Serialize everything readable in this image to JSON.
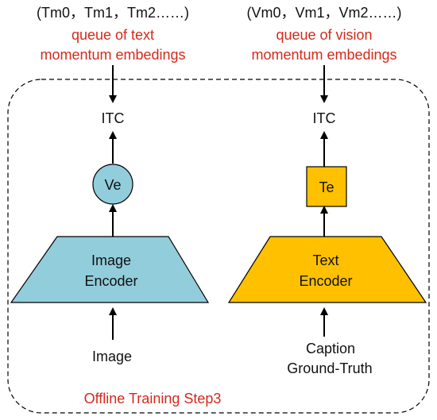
{
  "left": {
    "queue_tuple": "(Tm0，Tm1，Tm2……)",
    "queue_label_line1": "queue of text",
    "queue_label_line2": "momentum embedings",
    "itc": "ITC",
    "head_label": "Ve",
    "encoder_line1": "Image",
    "encoder_line2": "Encoder",
    "input": "Image",
    "encoder_color": "#92cddc",
    "head_color": "#92cddc"
  },
  "right": {
    "queue_tuple": "(Vm0，Vm1，Vm2……)",
    "queue_label_line1": "queue of vision",
    "queue_label_line2": "momentum embedings",
    "itc": "ITC",
    "head_label": "Te",
    "encoder_line1": "Text",
    "encoder_line2": "Encoder",
    "input_line1": "Caption",
    "input_line2": "Ground-Truth",
    "encoder_color": "#ffc000",
    "head_color": "#ffc000"
  },
  "frame_label": "Offline Training Step3",
  "label_color": "#d42a1c"
}
